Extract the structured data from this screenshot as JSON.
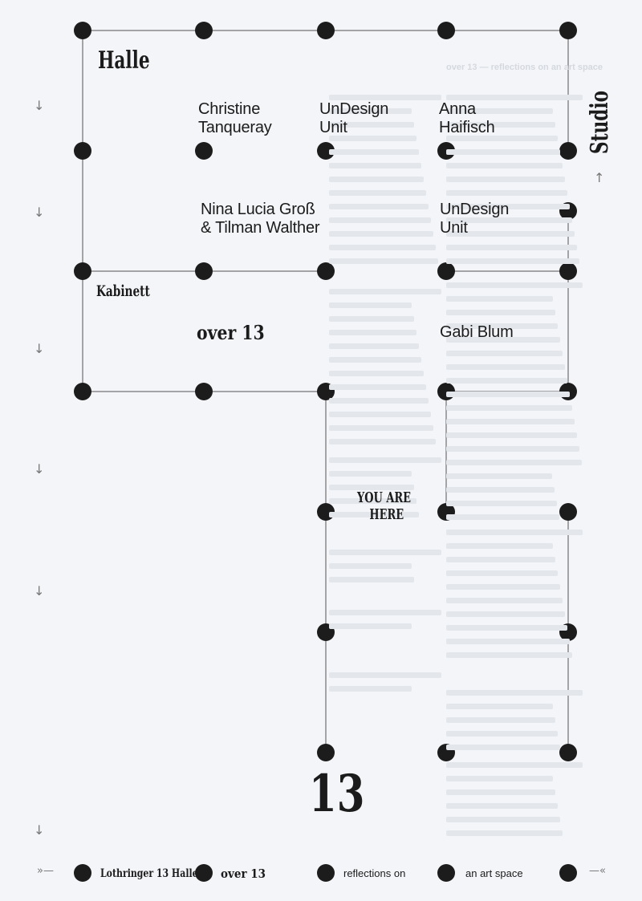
{
  "poster": {
    "halle": "Halle",
    "kabinett": "Kabinett",
    "studio": "Studio",
    "you_are_here": [
      "YOU ARE",
      "HERE"
    ],
    "big_number": "13",
    "show_through_heading": "over 13 — reflections on an art space"
  },
  "artists": {
    "christine": [
      "Christine",
      "Tanqueray"
    ],
    "undesign_1": [
      "UnDesign",
      "Unit"
    ],
    "anna": [
      "Anna",
      "Haifisch"
    ],
    "nina": [
      "Nina Lucia Groß",
      "& Tilman Walther"
    ],
    "undesign_2": [
      "UnDesign",
      "Unit"
    ],
    "over13": "over 13",
    "gabi": "Gabi Blum"
  },
  "footer": {
    "start_arrow": "»—",
    "items": [
      "Lothringer 13 Halle",
      "over 13",
      "reflections on",
      "an art space"
    ],
    "end_arrow": "—«"
  },
  "arrows": {
    "down": "↓",
    "up": "↑"
  },
  "colors": {
    "dot": "#1c1c1c",
    "line": "#8a8a8a",
    "background": "#f3f5f8"
  }
}
